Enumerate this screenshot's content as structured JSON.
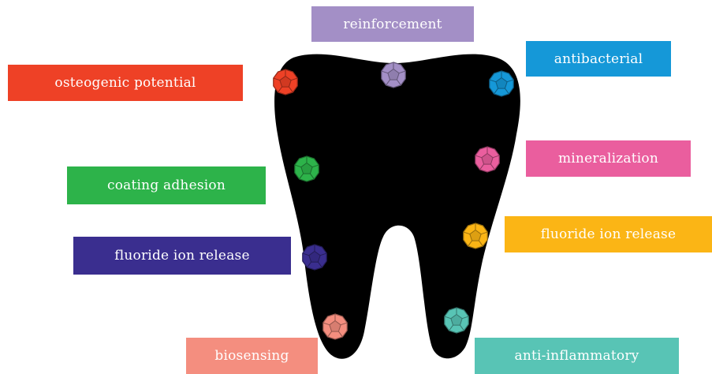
{
  "labels": {
    "reinforcement": {
      "text": "reinforcement",
      "color": "#a38fc6"
    },
    "antibacterial": {
      "text": "antibacterial",
      "color": "#1598d8"
    },
    "osteogenic": {
      "text": "osteogenic potential",
      "color": "#ee4126"
    },
    "mineralization": {
      "text": "mineralization",
      "color": "#ea5e9e"
    },
    "coating": {
      "text": "coating adhesion",
      "color": "#2db34a"
    },
    "fluoride_right": {
      "text": "fluoride ion release",
      "color": "#fbb515"
    },
    "fluoride_left": {
      "text": "fluoride ion release",
      "color": "#3a2e8f"
    },
    "biosensing": {
      "text": "biosensing",
      "color": "#f48e7f"
    },
    "anti_inflammatory": {
      "text": "anti-inflammatory",
      "color": "#58c4b5"
    }
  },
  "particles": [
    {
      "id": "osteogenic",
      "color": "#ee4126",
      "icon": "dodecahedron-icon"
    },
    {
      "id": "reinforcement",
      "color": "#a38fc6",
      "icon": "dodecahedron-icon"
    },
    {
      "id": "antibacterial",
      "color": "#1598d8",
      "icon": "dodecahedron-icon"
    },
    {
      "id": "coating",
      "color": "#2db34a",
      "icon": "dodecahedron-icon"
    },
    {
      "id": "mineralization",
      "color": "#ea5e9e",
      "icon": "dodecahedron-icon"
    },
    {
      "id": "fluoride_left",
      "color": "#3a2e8f",
      "icon": "dodecahedron-icon"
    },
    {
      "id": "fluoride_right",
      "color": "#fbb515",
      "icon": "dodecahedron-icon"
    },
    {
      "id": "biosensing",
      "color": "#f48e7f",
      "icon": "dodecahedron-icon"
    },
    {
      "id": "anti_inflammatory",
      "color": "#58c4b5",
      "icon": "dodecahedron-icon"
    }
  ],
  "tooth": {
    "color": "#000000",
    "icon": "tooth-icon"
  }
}
